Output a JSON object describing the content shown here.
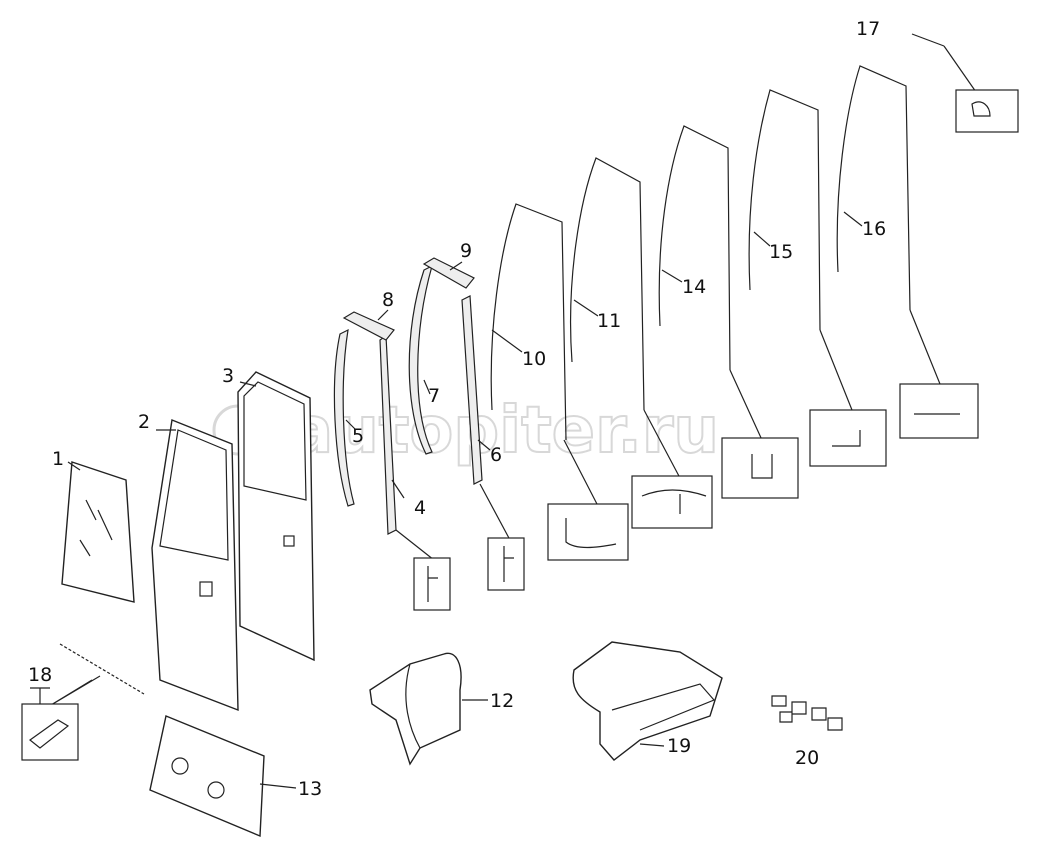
{
  "diagram": {
    "watermark": "autopiter.ru",
    "callouts": [
      "1",
      "2",
      "3",
      "4",
      "5",
      "6",
      "7",
      "8",
      "9",
      "10",
      "11",
      "12",
      "13",
      "14",
      "15",
      "16",
      "17",
      "18",
      "19",
      "20"
    ]
  }
}
